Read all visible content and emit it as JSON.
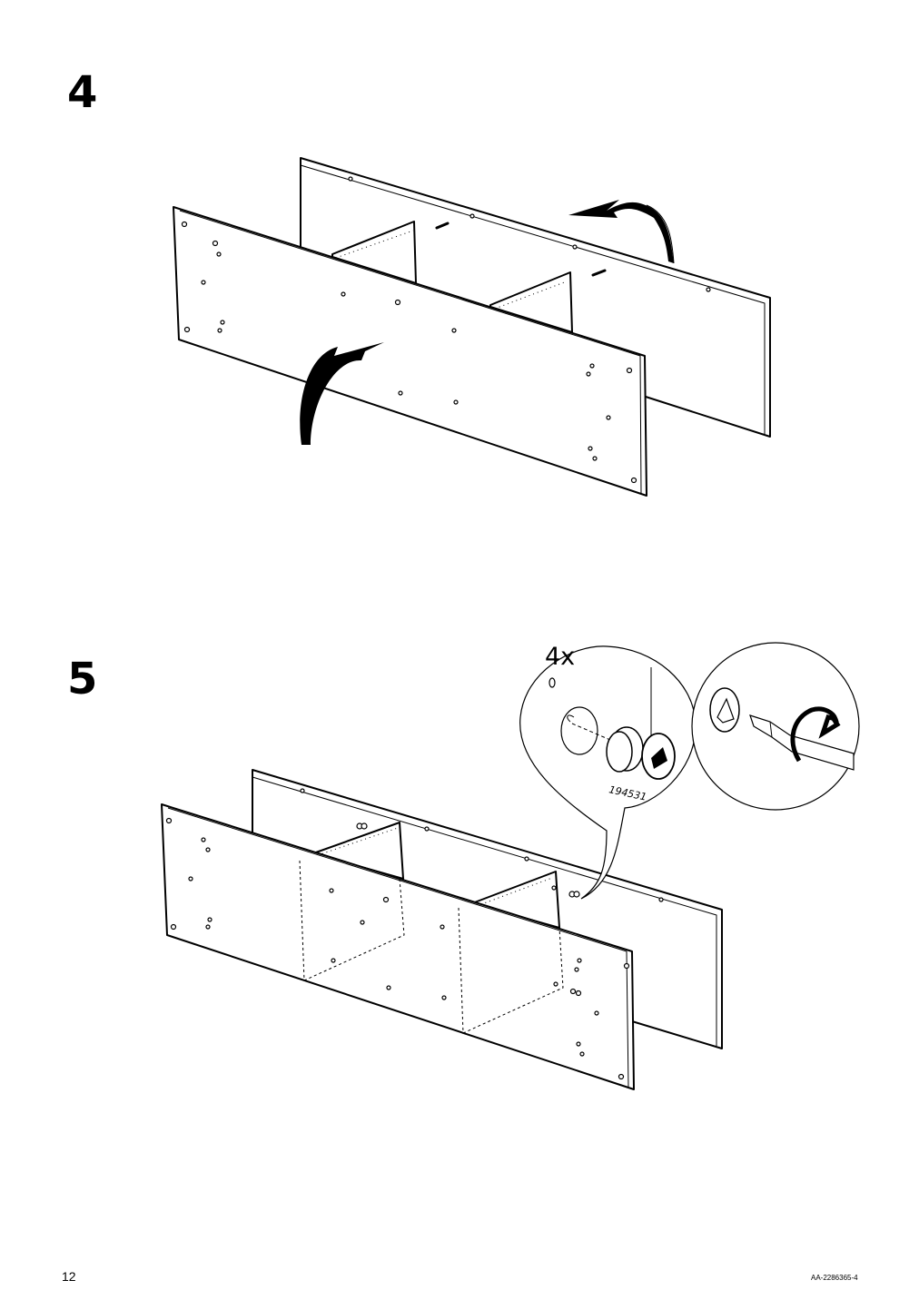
{
  "page": {
    "page_number": "12",
    "document_code": "AA-2286365-4"
  },
  "steps": [
    {
      "number": "4"
    },
    {
      "number": "5",
      "quantity": "4x",
      "part_number": "194531"
    }
  ],
  "icons": {
    "step4": [
      "rotate-arrow-icon",
      "flip-arrow-icon"
    ],
    "step5": [
      "cam-lock-icon",
      "screwdriver-icon",
      "turn-arrow-icon"
    ]
  }
}
